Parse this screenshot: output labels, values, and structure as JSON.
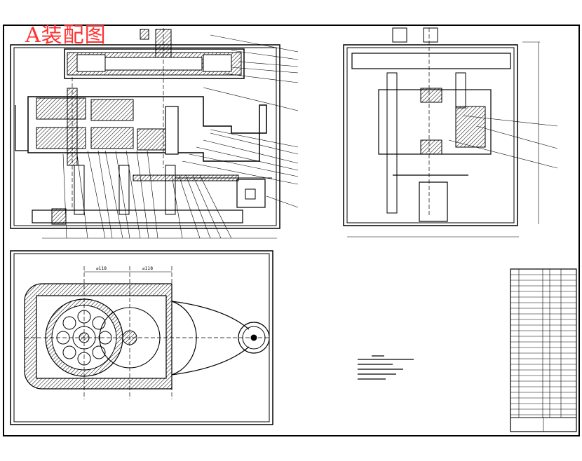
{
  "drawing": {
    "watermark": "A装配图",
    "plan_dims": [
      "⌀118",
      "⌀118"
    ]
  }
}
